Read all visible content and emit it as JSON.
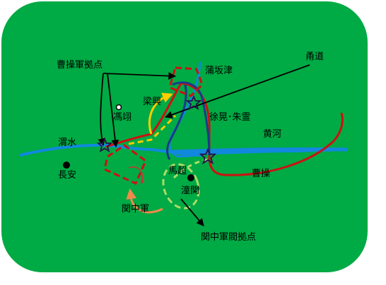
{
  "labels": {
    "caocao_base": "曹操軍拠点",
    "yongdao": "甬道",
    "pubanjin": "蒲坂津",
    "liangxing": "梁興",
    "pingyi": "馮翊",
    "xuhuang_zhuling": "徐晃･朱霊",
    "huanghe": "黄河",
    "weishui": "渭水",
    "changan": "長安",
    "machao": "馬超",
    "tongguan": "潼関",
    "caocao": "曹操",
    "guanzhong_army": "関中軍",
    "guanzhong_base": "関中軍閥拠点"
  },
  "colors": {
    "land": "#00aa44",
    "river": "#1188dd",
    "caocao_route": "#cc1111",
    "xuhuang_route": "#1a3a88",
    "liangxing_route": "#ffcc00",
    "guanzhong_route": "#f08a4b",
    "machao_route": "#aadd66",
    "arrow": "#000000"
  }
}
